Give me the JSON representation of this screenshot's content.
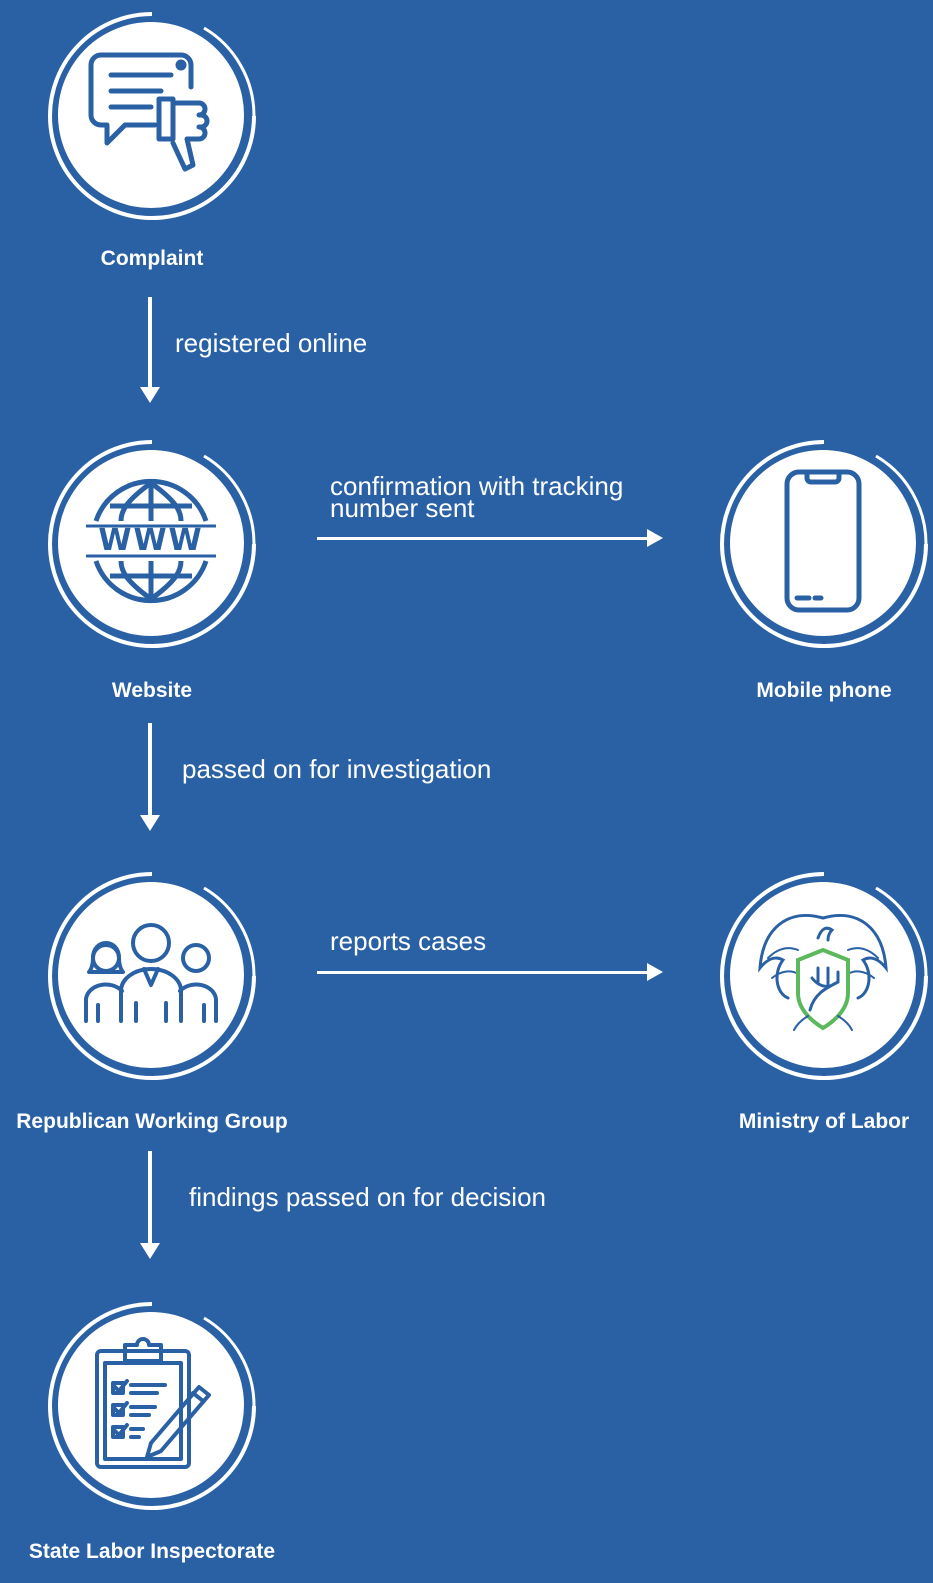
{
  "nodes": {
    "complaint": {
      "label": "Complaint",
      "icon": "thumbs-down-speech-bubble-icon"
    },
    "website": {
      "label": "Website",
      "icon": "www-globe-icon"
    },
    "mobile": {
      "label": "Mobile phone",
      "icon": "smartphone-icon"
    },
    "working_group": {
      "label": "Republican Working Group",
      "icon": "people-group-icon"
    },
    "ministry": {
      "label": "Ministry of Labor",
      "icon": "ministry-emblem-icon"
    },
    "inspectorate": {
      "label": "State Labor Inspectorate",
      "icon": "clipboard-checklist-icon"
    }
  },
  "edges": {
    "complaint_to_website": "registered online",
    "website_to_mobile_line1": "confirmation with tracking",
    "website_to_mobile_line2": "number sent",
    "website_to_group": "passed on for investigation",
    "group_to_ministry": "reports cases",
    "group_to_inspectorate": "findings passed on for decision"
  },
  "colors": {
    "background": "#2a61a5",
    "foreground": "#ffffff",
    "emblem_accent": "#5cb85c"
  }
}
